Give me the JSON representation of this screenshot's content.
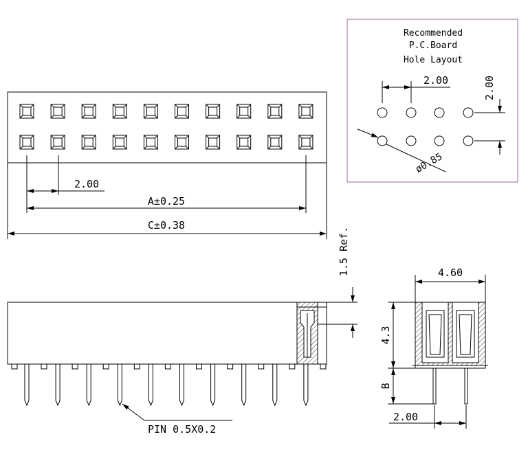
{
  "pcb_layout": {
    "title_lines": [
      "Recommended",
      "P.C.Board",
      "Hole Layout"
    ],
    "pitch_x": "2.00",
    "pitch_y": "2.00",
    "hole_diameter": "ø0.85",
    "border_color": "#b080b0"
  },
  "top_view": {
    "pitch": "2.00",
    "dim_a": "A±0.25",
    "dim_c": "C±0.38",
    "columns": 10,
    "rows": 2
  },
  "side_view": {
    "ref_height": "1.5 Ref.",
    "pin_note": "PIN 0.5X0.2",
    "pins": 10
  },
  "end_view": {
    "width": "4.60",
    "height": "4.3",
    "pin_length": "B",
    "pitch": "2.00"
  }
}
